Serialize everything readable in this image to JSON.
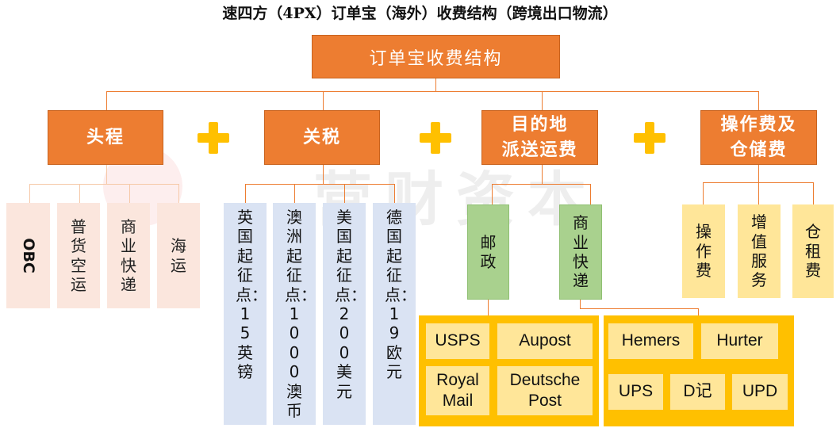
{
  "title": "速四方（4PX）订单宝（海外）收费结构（跨境出口物流）",
  "watermark": "营财资本",
  "root": "订单宝收费结构",
  "colors": {
    "orange": "#ED7D31",
    "yellow": "#FFC000",
    "light_yellow": "#FFE699",
    "green": "#A9D18E",
    "blue": "#DAE3F3",
    "pink": "#FBE6DD"
  },
  "categories": [
    {
      "label": "头程"
    },
    {
      "label": "关税"
    },
    {
      "label_line1": "目的地",
      "label_line2": "派送运费"
    },
    {
      "label_line1": "操作费及",
      "label_line2": "仓储费"
    }
  ],
  "head_items": [
    "OBC",
    "普货空运",
    "商业快递",
    "海运"
  ],
  "tariff_items": [
    "英国起征点：15英镑",
    "澳洲起征点：1000澳币",
    "美国起征点：200美元",
    "德国起征点：19欧元"
  ],
  "delivery_items": [
    "邮政",
    "商业快递"
  ],
  "ops_items": [
    "操作费",
    "增值服务",
    "仓租费"
  ],
  "postal_carriers": [
    "USPS",
    "Aupost",
    "Royal Mail",
    "Deutsche Post"
  ],
  "express_carriers": [
    "Hemers",
    "Hurter",
    "UPS",
    "D记",
    "UPD"
  ]
}
